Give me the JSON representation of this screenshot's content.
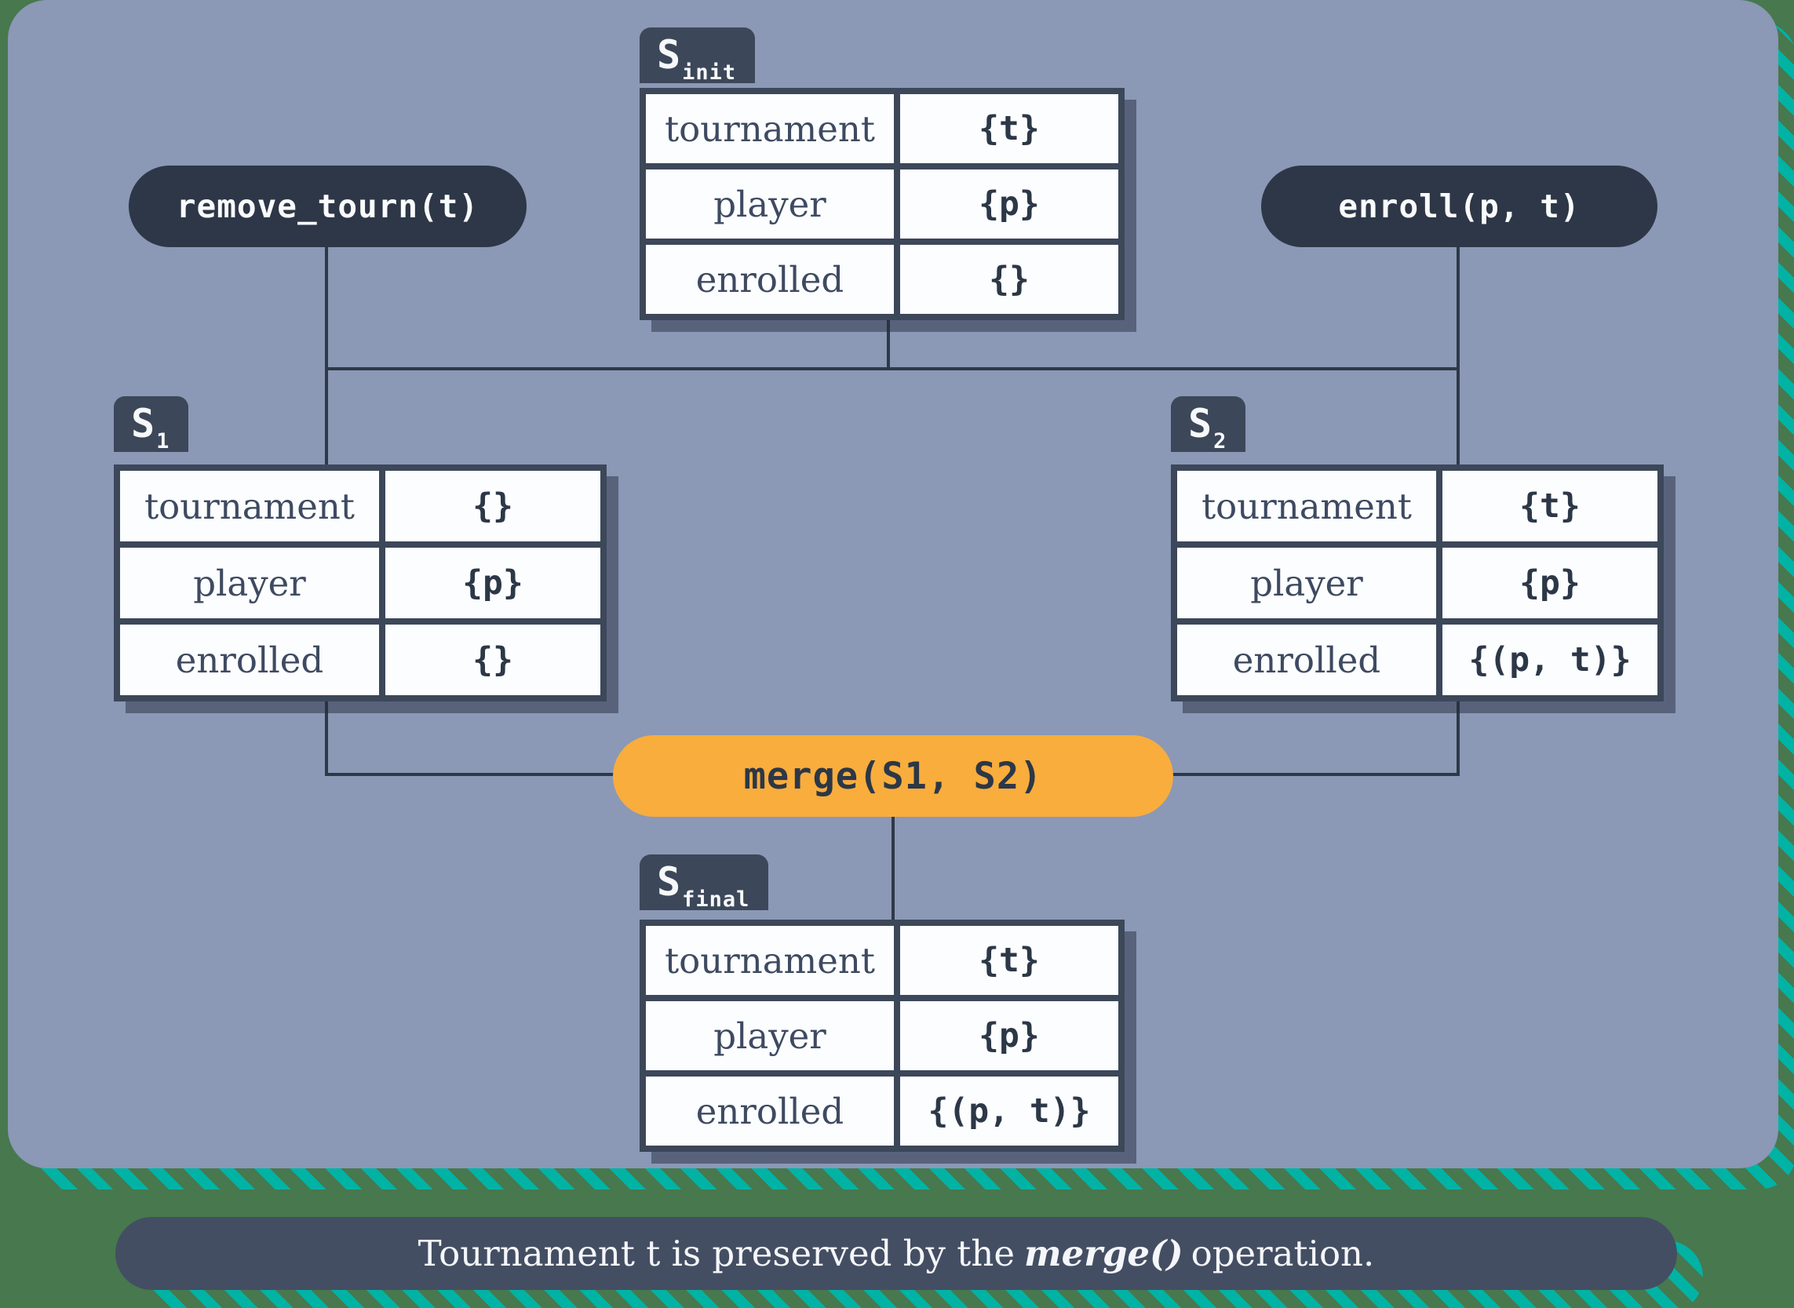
{
  "colors": {
    "background_green": "#47784e",
    "stripe_teal": "#00b3a4",
    "panel_periwinkle": "#8b98b6",
    "dark_slate": "#2d3747",
    "frame_slate": "#3c4759",
    "merge_orange": "#f8ad3d",
    "cell_white": "#fcfdfe",
    "connector": "#2e3947"
  },
  "operations": {
    "remove_tourn": {
      "label": "remove_tourn(t)"
    },
    "enroll": {
      "label": "enroll(p, t)"
    },
    "merge": {
      "label": "merge(S1, S2)"
    }
  },
  "tables": {
    "s_init": {
      "name": "S",
      "subscript": "init",
      "rows": [
        {
          "label": "tournament",
          "value": "{t}"
        },
        {
          "label": "player",
          "value": "{p}"
        },
        {
          "label": "enrolled",
          "value": "{}"
        }
      ]
    },
    "s_1": {
      "name": "S",
      "subscript": "1",
      "rows": [
        {
          "label": "tournament",
          "value": "{}"
        },
        {
          "label": "player",
          "value": "{p}"
        },
        {
          "label": "enrolled",
          "value": "{}"
        }
      ]
    },
    "s_2": {
      "name": "S",
      "subscript": "2",
      "rows": [
        {
          "label": "tournament",
          "value": "{t}"
        },
        {
          "label": "player",
          "value": "{p}"
        },
        {
          "label": "enrolled",
          "value": "{(p, t)}"
        }
      ]
    },
    "s_final": {
      "name": "S",
      "subscript": "final",
      "rows": [
        {
          "label": "tournament",
          "value": "{t}"
        },
        {
          "label": "player",
          "value": "{p}"
        },
        {
          "label": "enrolled",
          "value": "{(p, t)}"
        }
      ]
    }
  },
  "caption": {
    "prefix": "Tournament t is preserved by the",
    "emphasis": "merge()",
    "suffix": "operation."
  }
}
